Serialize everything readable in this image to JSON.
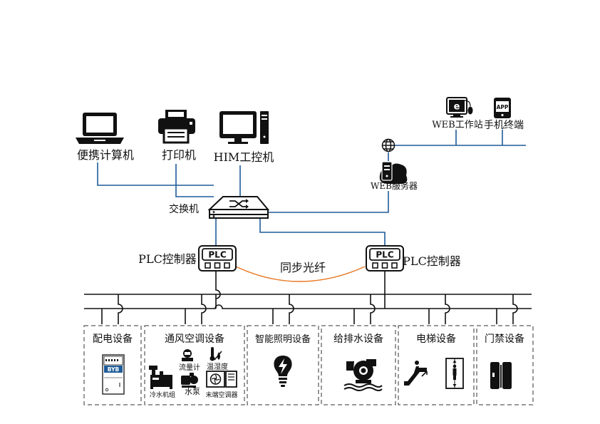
{
  "nodes": {
    "laptop": "便携计算机",
    "printer": "打印机",
    "him": "HIM工控机",
    "switch": "交换机",
    "web_workstation": "WEB工作站",
    "mobile_terminal": "手机终端",
    "app_badge": "APP",
    "web_server": "WEB服务器",
    "plc_left": "PLC控制器",
    "plc_right": "PLC控制器",
    "plc_badge": "PLC",
    "fiber": "同步光纤"
  },
  "devices": {
    "power": {
      "title": "配电设备",
      "brand": "BYB"
    },
    "hvac": {
      "title": "通风空调设备",
      "flowmeter": "流量计",
      "humidity": "温湿度",
      "chiller": "冷水机组",
      "pump": "水泵",
      "terminal_ac": "末端空调器"
    },
    "lighting": {
      "title": "智能照明设备"
    },
    "water": {
      "title": "给排水设备"
    },
    "elevator": {
      "title": "电梯设备"
    },
    "access": {
      "title": "门禁设备"
    }
  },
  "colors": {
    "network": "#1f5c99",
    "fiber": "#e87722",
    "bus": "#111111"
  }
}
